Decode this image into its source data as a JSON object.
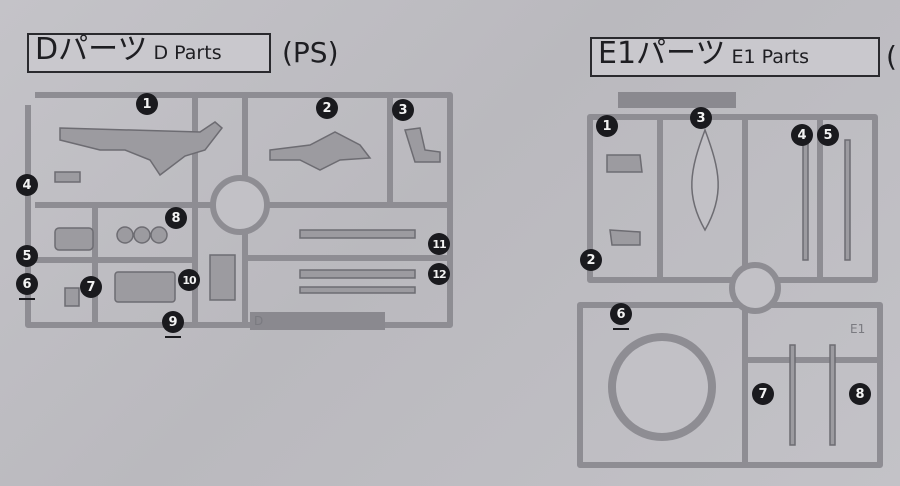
{
  "d_section": {
    "title_main": "Dパーツ",
    "title_sub": "D Parts",
    "suffix": "(PS)",
    "gate_tag": "D",
    "callouts": [
      "1",
      "2",
      "3",
      "4",
      "5",
      "6",
      "7",
      "8",
      "9",
      "10",
      "11",
      "12"
    ]
  },
  "e1_section": {
    "title_main": "E1パーツ",
    "title_sub": "E1 Parts",
    "suffix": "(",
    "gate_tag": "E1",
    "callouts": [
      "1",
      "2",
      "3",
      "4",
      "5",
      "6",
      "7",
      "8"
    ]
  },
  "colors": {
    "paper": "#bdbcc1",
    "ink": "#1a1a1e",
    "frame": "#8e8d93"
  }
}
